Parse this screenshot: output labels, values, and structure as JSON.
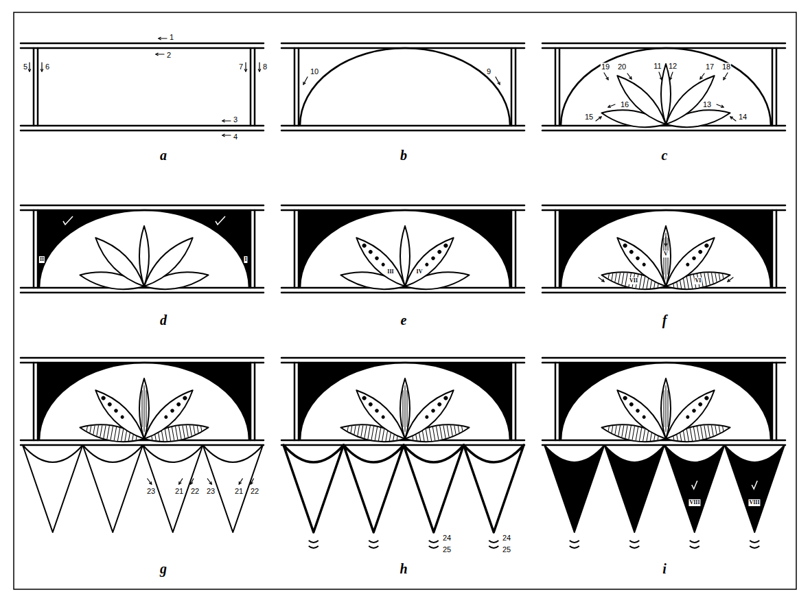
{
  "diagram": {
    "labels": [
      "1",
      "2",
      "3",
      "4",
      "5",
      "6",
      "7",
      "8",
      "a",
      "10",
      "9",
      "b",
      "11",
      "12",
      "17",
      "18",
      "19",
      "20",
      "16",
      "15",
      "13",
      "14",
      "c",
      "II",
      "I",
      "d",
      "III",
      "IV",
      "e",
      "V",
      "VII",
      "VI",
      "f",
      "23",
      "21",
      "22",
      "23",
      "21",
      "22",
      "g",
      "24",
      "25",
      "24",
      "25",
      "h",
      "VIII",
      "VIII",
      "i"
    ]
  }
}
